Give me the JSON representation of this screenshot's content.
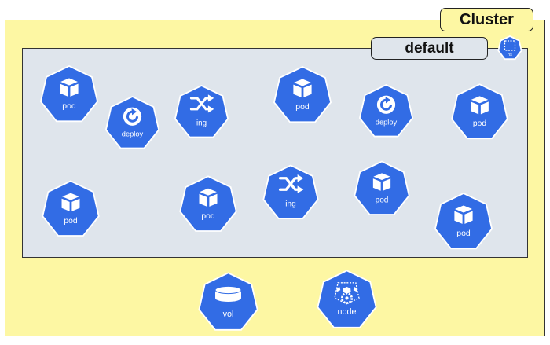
{
  "cluster": {
    "label": "Cluster"
  },
  "namespace": {
    "label": "default",
    "badge_icon": "namespace-icon",
    "badge_text": "ns"
  },
  "colors": {
    "cluster_fill": "#fdf7a3",
    "namespace_fill": "#dfe5ec",
    "k8s_blue": "#326ce5"
  },
  "resources": [
    {
      "kind": "pod",
      "label": "pod",
      "icon": "pod-icon"
    },
    {
      "kind": "deploy",
      "label": "deploy",
      "icon": "deploy-icon"
    },
    {
      "kind": "ing",
      "label": "ing",
      "icon": "ingress-icon"
    },
    {
      "kind": "pod",
      "label": "pod",
      "icon": "pod-icon"
    },
    {
      "kind": "deploy",
      "label": "deploy",
      "icon": "deploy-icon"
    },
    {
      "kind": "pod",
      "label": "pod",
      "icon": "pod-icon"
    },
    {
      "kind": "pod",
      "label": "pod",
      "icon": "pod-icon"
    },
    {
      "kind": "pod",
      "label": "pod",
      "icon": "pod-icon"
    },
    {
      "kind": "ing",
      "label": "ing",
      "icon": "ingress-icon"
    },
    {
      "kind": "pod",
      "label": "pod",
      "icon": "pod-icon"
    },
    {
      "kind": "pod",
      "label": "pod",
      "icon": "pod-icon"
    }
  ],
  "cluster_resources": [
    {
      "kind": "vol",
      "label": "vol",
      "icon": "volume-icon"
    },
    {
      "kind": "node",
      "label": "node",
      "icon": "node-icon"
    }
  ]
}
